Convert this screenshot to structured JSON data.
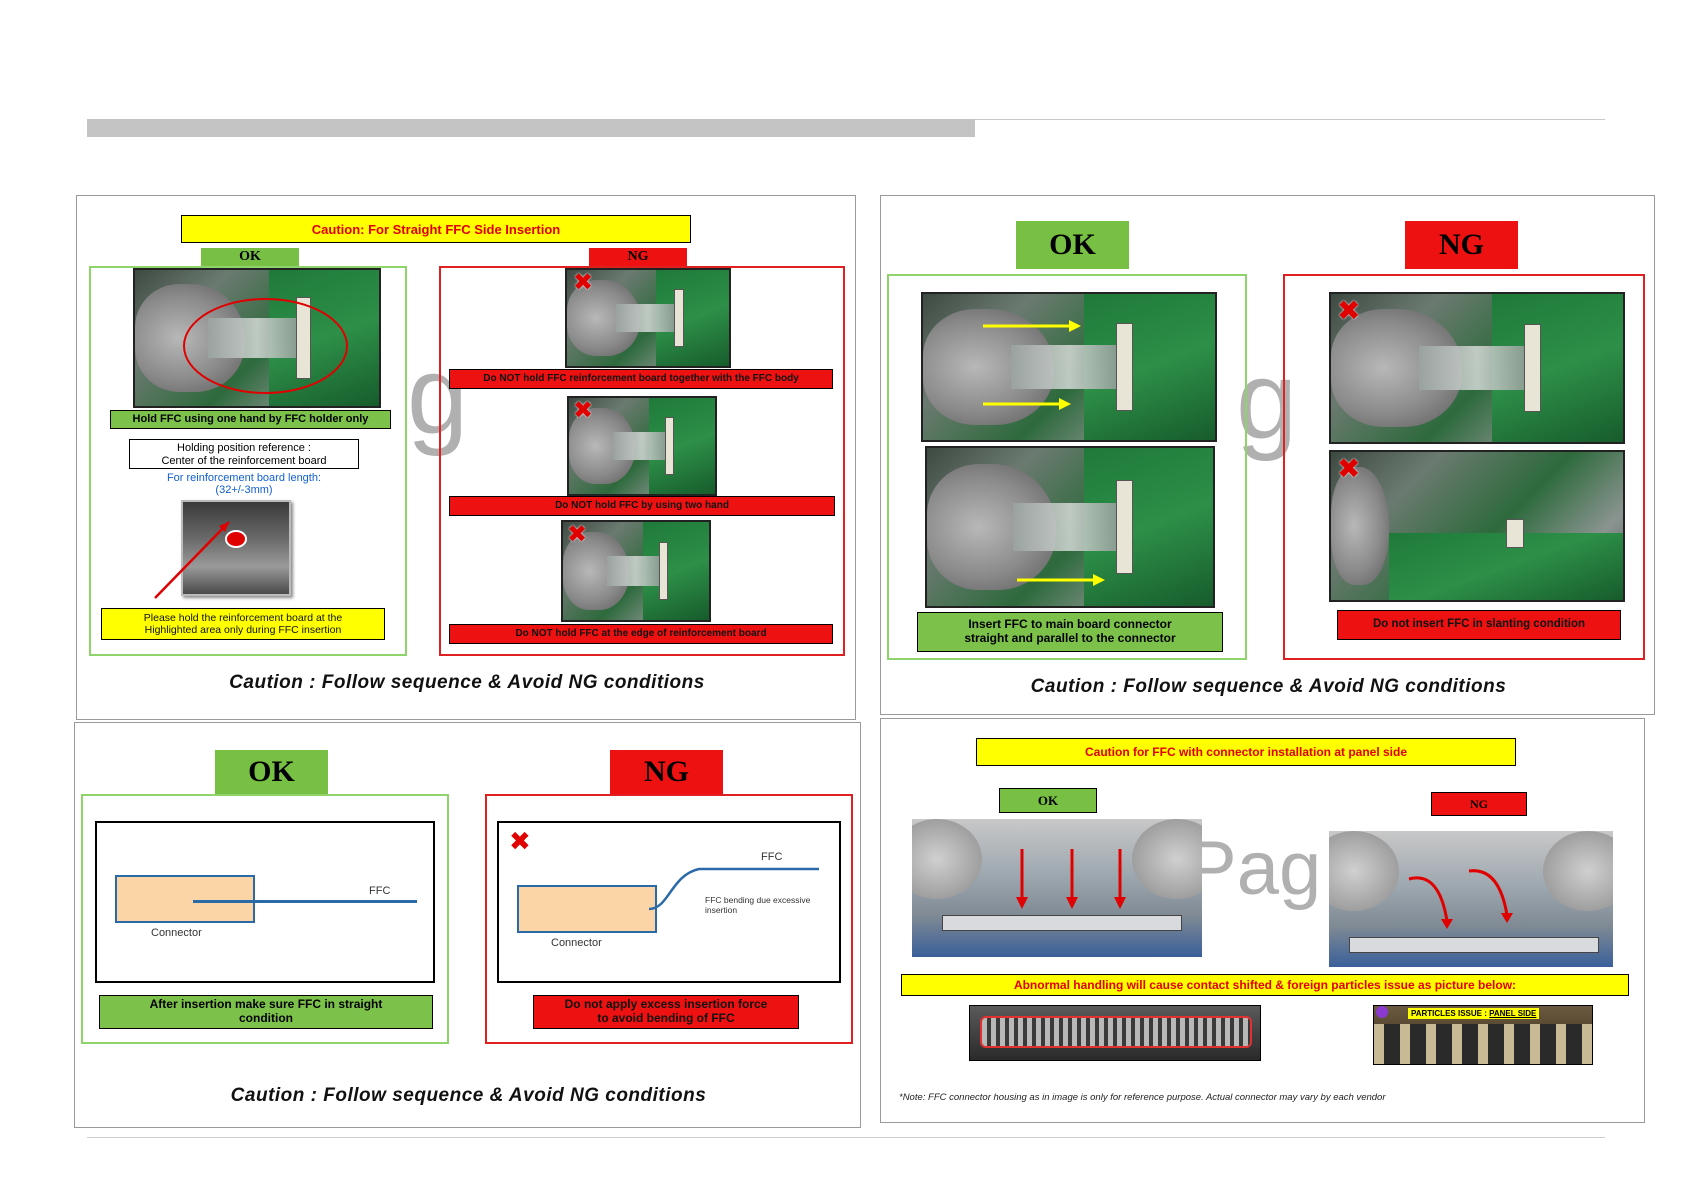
{
  "header": {
    "bar_color": "#c4c4c4"
  },
  "colors": {
    "ok_green": "#77c043",
    "ng_red": "#ee1111",
    "caution_yellow": "#ffff00"
  },
  "caption": "Caution : Follow sequence & Avoid NG conditions",
  "panel1": {
    "title": "Caution: For Straight FFC Side Insertion",
    "ok": "OK",
    "ng": "NG",
    "ok_label": "Hold FFC using one hand by FFC holder only",
    "ref_line1": "Holding position reference :",
    "ref_line2": "Center of the reinforcement board",
    "length_line1": "For reinforcement board length:",
    "length_line2": "(32+/-3mm)",
    "highlight_line1": "Please hold the reinforcement board at the",
    "highlight_line2": "Highlighted area only during FFC insertion",
    "ng_label1": "Do NOT hold FFC reinforcement board together with the FFC body",
    "ng_label2": "Do NOT hold FFC by using two hand",
    "ng_label3": "Do NOT hold FFC at the edge of reinforcement board",
    "watermark": "g"
  },
  "panel2": {
    "ok": "OK",
    "ng": "NG",
    "ok_label_line1": "Insert FFC to main board connector",
    "ok_label_line2": "straight and parallel to the connector",
    "ng_label": "Do not insert FFC in slanting condition",
    "watermark": "g"
  },
  "panel3": {
    "ok": "OK",
    "ng": "NG",
    "ffc": "FFC",
    "connector": "Connector",
    "bending_line1": "FFC bending due excessive",
    "bending_line2": "insertion",
    "ok_label_line1": "After insertion make sure FFC in straight",
    "ok_label_line2": "condition",
    "ng_label_line1": "Do not apply excess insertion force",
    "ng_label_line2": "to avoid bending of FFC"
  },
  "panel4": {
    "title": "Caution for FFC with connector installation at panel side",
    "ok": "OK",
    "ng": "NG",
    "abnormal": "Abnormal handling will cause contact shifted & foreign particles issue as picture below:",
    "particles_prefix": "PARTICLES ISSUE : ",
    "particles_side": "PANEL SIDE",
    "note": "*Note: FFC connector housing as in image is only for reference purpose. Actual connector may vary by each vendor",
    "watermark": "Pag"
  }
}
